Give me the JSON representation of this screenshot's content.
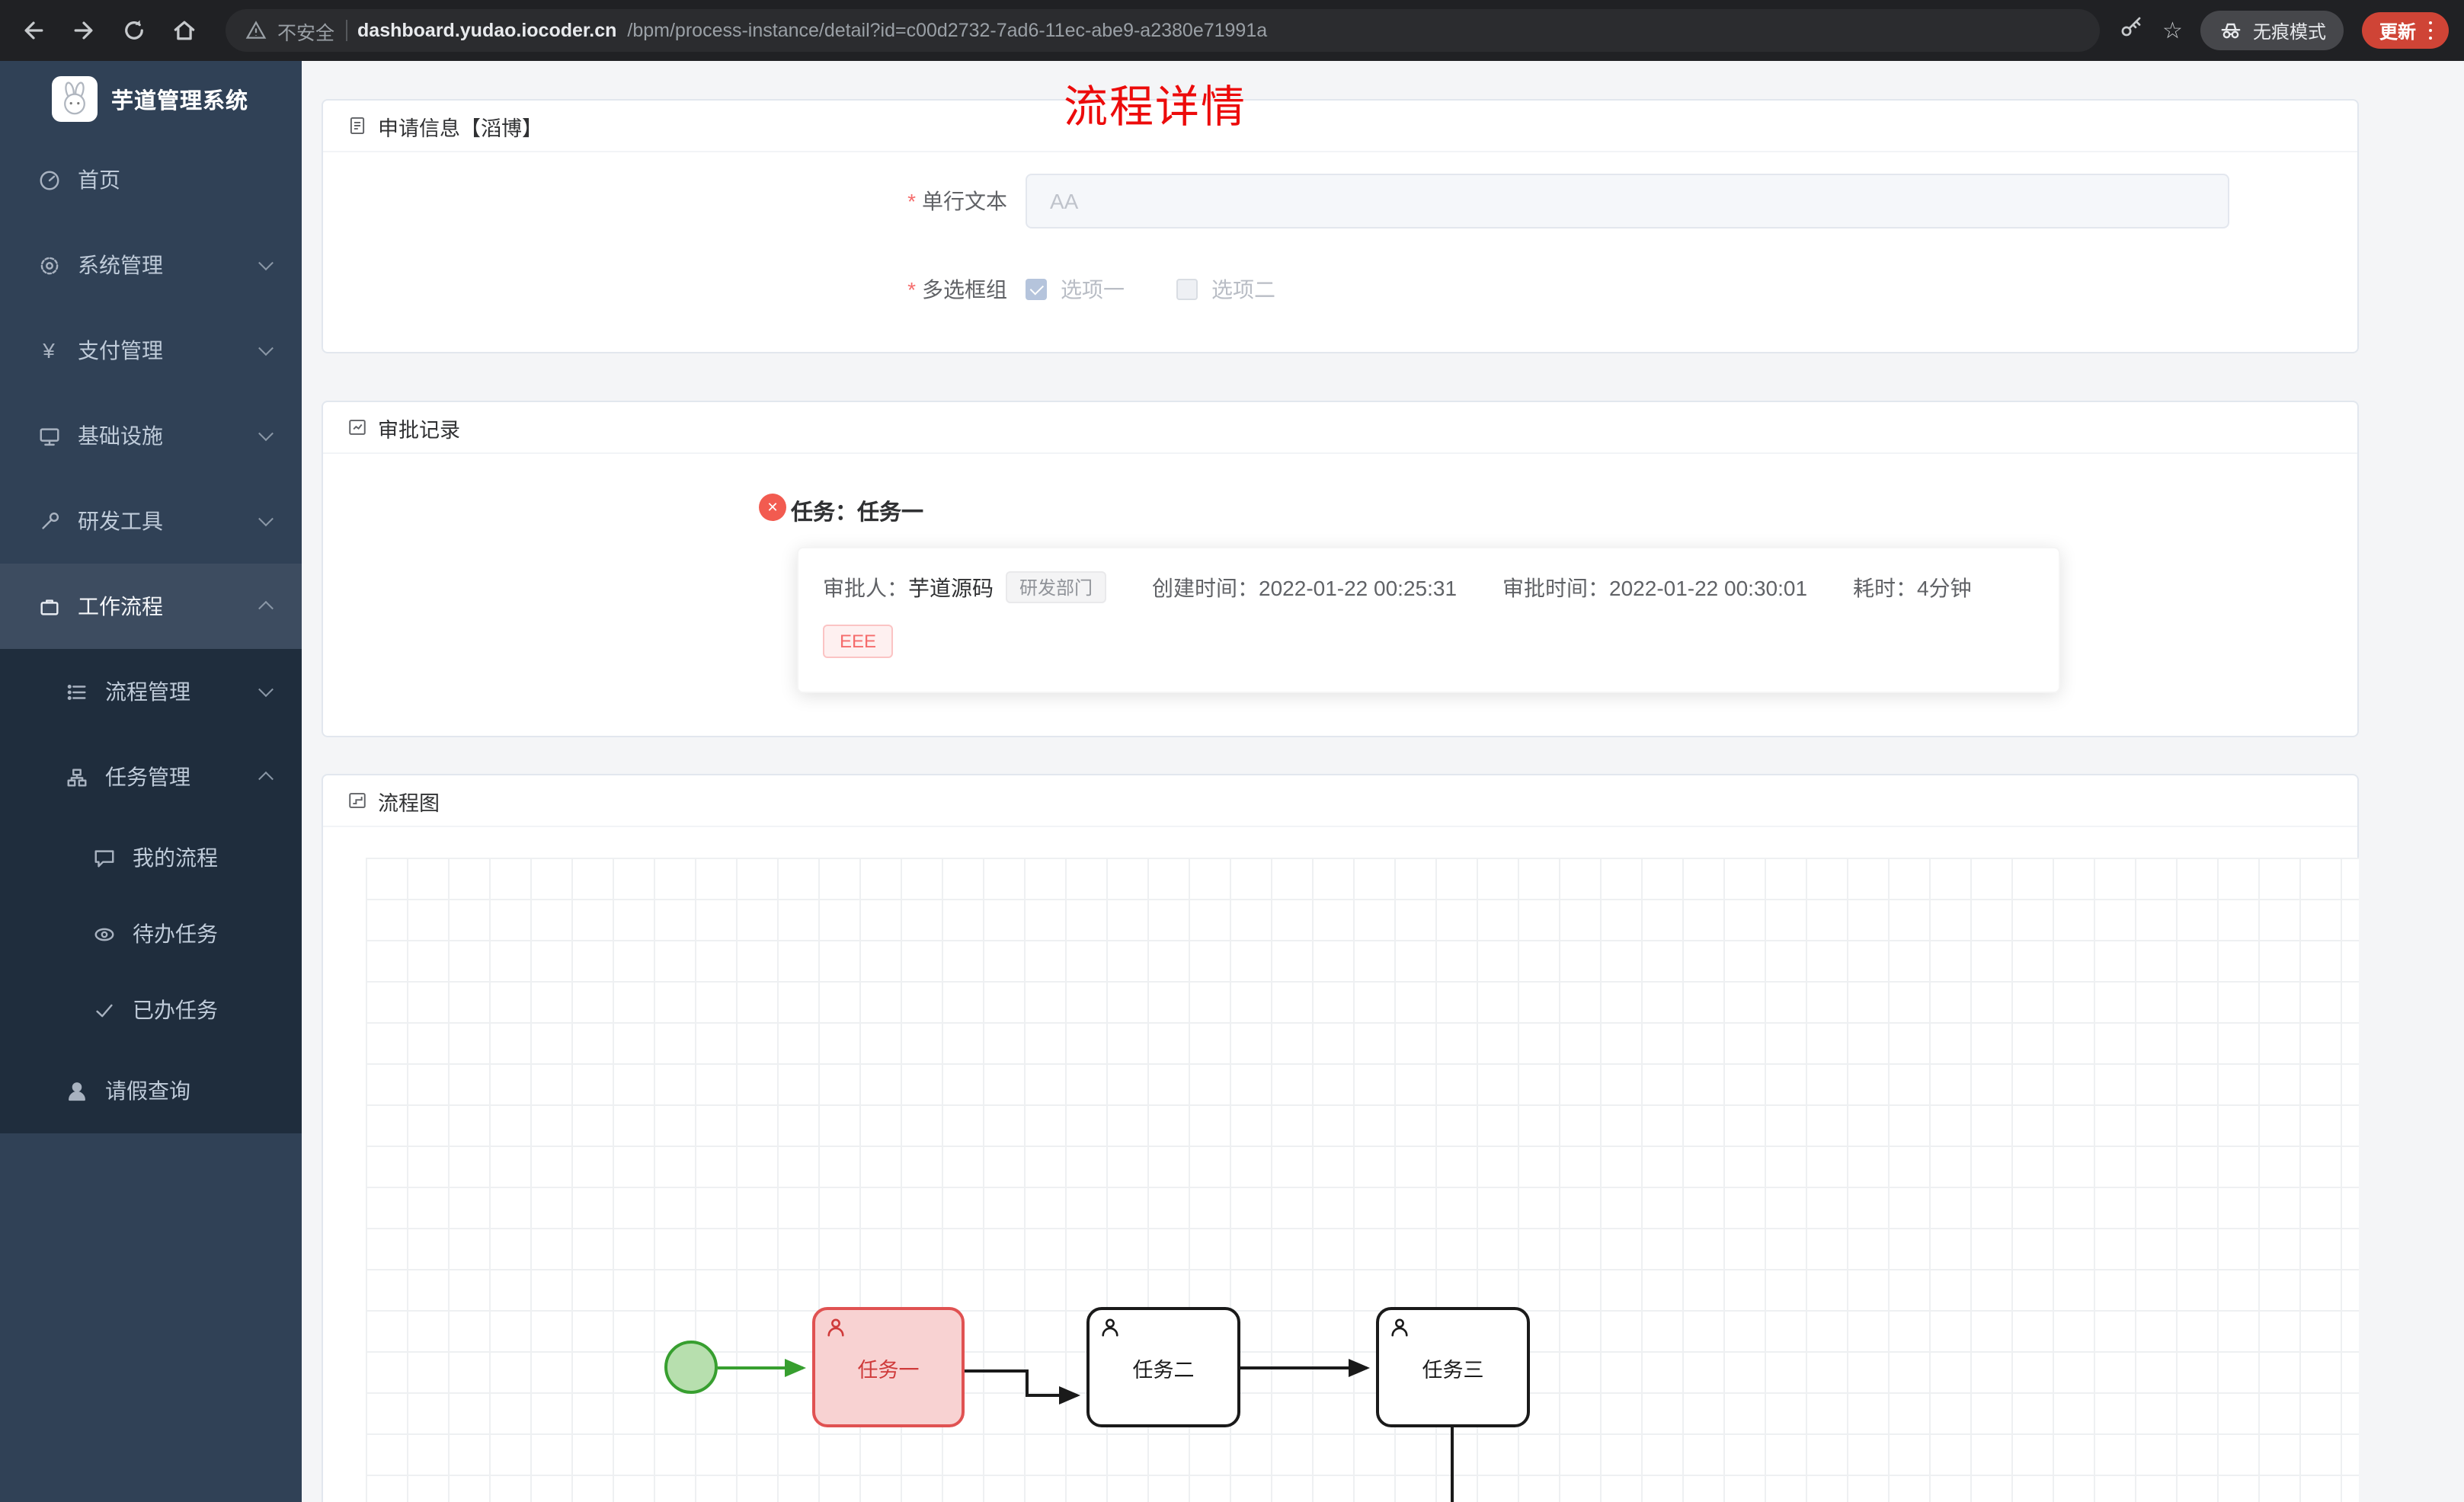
{
  "browser": {
    "security_label": "不安全",
    "url_host": "dashboard.yudao.iocoder.cn",
    "url_path": "/bpm/process-instance/detail?id=c00d2732-7ad6-11ec-abe9-a2380e71991a",
    "incognito_label": "无痕模式",
    "update_label": "更新"
  },
  "sidebar": {
    "brand": "芋道管理系统",
    "home": "首页",
    "system": "系统管理",
    "payment": "支付管理",
    "infrastructure": "基础设施",
    "devtools": "研发工具",
    "workflow": "工作流程",
    "process_mgmt": "流程管理",
    "task_mgmt": "任务管理",
    "my_process": "我的流程",
    "todo_tasks": "待办任务",
    "done_tasks": "已办任务",
    "leave_query": "请假查询"
  },
  "page": {
    "title": "流程详情"
  },
  "apply_card": {
    "title": "申请信息【滔博】",
    "required_mark": "*",
    "text_label": "单行文本",
    "text_value": "AA",
    "checkbox_label": "多选框组",
    "option1": "选项一",
    "option2": "选项二"
  },
  "approval_card": {
    "title": "审批记录",
    "task_title": "任务：任务一",
    "approver_label": "审批人：",
    "approver_name": "芋道源码",
    "dept_tag": "研发部门",
    "created_label": "创建时间：",
    "created_time": "2022-01-22 00:25:31",
    "approved_label": "审批时间：",
    "approved_time": "2022-01-22 00:30:01",
    "duration_label": "耗时：",
    "duration_value": "4分钟",
    "comment_tag": "EEE"
  },
  "diagram_card": {
    "title": "流程图",
    "task1": "任务一",
    "task2": "任务二",
    "task3": "任务三"
  },
  "colors": {
    "accent_red": "#ec0b0b",
    "task_highlight_border": "#e05252",
    "start_event_green": "#379f2f",
    "sidebar_bg": "#304156",
    "submenu_bg": "#1f2d3d"
  }
}
